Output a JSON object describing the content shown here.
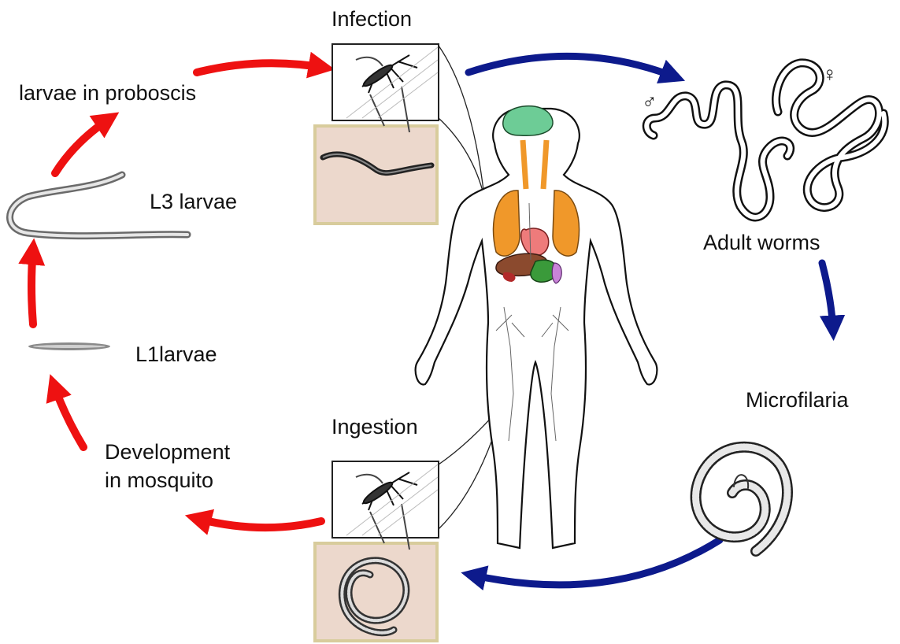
{
  "labels": {
    "infection": "Infection",
    "larvae_in_proboscis": "larvae in proboscis",
    "l3_larvae": "L3 larvae",
    "l1_larvae": "L1larvae",
    "development_line1": "Development",
    "development_line2": "in mosquito",
    "ingestion": "Ingestion",
    "adult_worms": "Adult worms",
    "microfilaria": "Microfilaria"
  },
  "symbols": {
    "male": "♂",
    "female": "♀"
  },
  "colors": {
    "mosquito_phase_arrow": "#ee1111",
    "human_phase_arrow": "#0d1a8c",
    "inset_background": "#ecd8cc",
    "inset_border": "#d8cc9c",
    "brain": "#6dcc96",
    "lungs": "#f0982a",
    "heart": "#ee7b7b",
    "liver": "#8b4a2e",
    "stomach": "#3a9a3a",
    "kidney": "#c984d8",
    "spleen": "#b22a2a"
  },
  "icons": {
    "mosquito": "mosquito-icon",
    "body": "human-body-icon"
  }
}
